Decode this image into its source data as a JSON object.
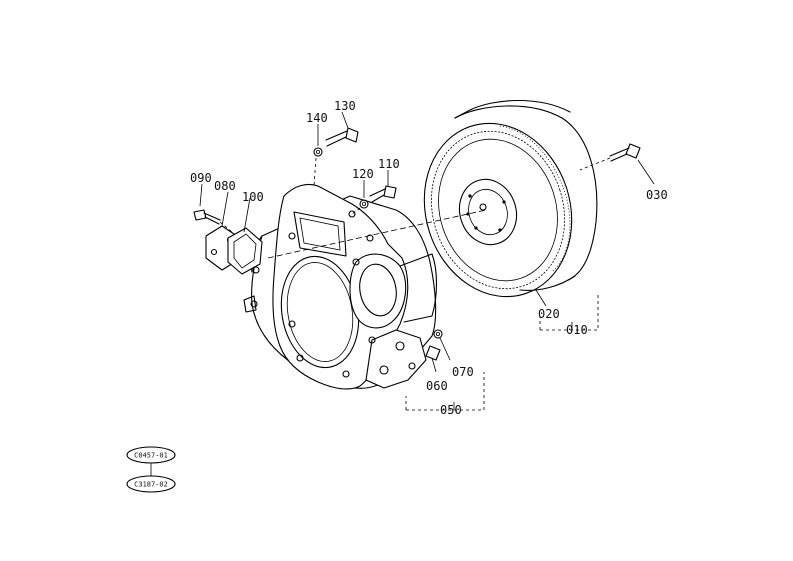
{
  "part_labels": {
    "p130": "130",
    "p140": "140",
    "p110": "110",
    "p120": "120",
    "p090": "090",
    "p080": "080",
    "p100": "100",
    "p030": "030",
    "p020": "020",
    "p010": "010",
    "p060": "060",
    "p070": "070",
    "p050": "050"
  },
  "reference_codes": {
    "first": "C0457-01",
    "second": "C3187-02"
  },
  "icons": [
    "flywheel-housing",
    "flywheel-ring-gear",
    "bolt",
    "washer",
    "cover-plate",
    "gasket"
  ]
}
